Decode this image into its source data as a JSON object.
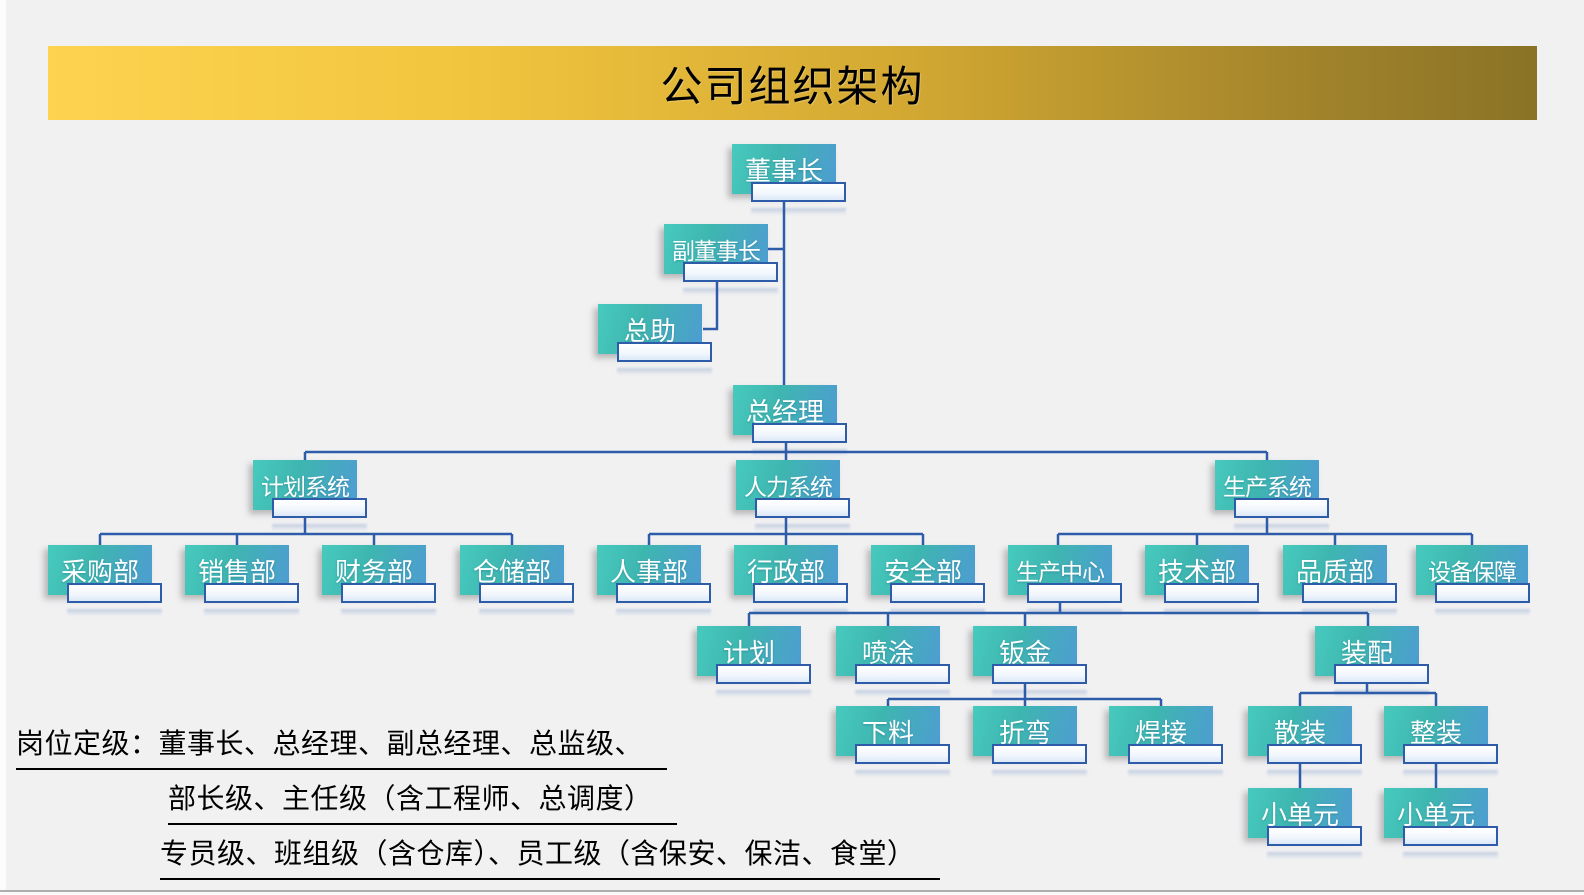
{
  "banner": {
    "title": "公司组织架构"
  },
  "colors": {
    "banner_gradient_left": "#FDD34F",
    "banner_gradient_right": "#8A7226",
    "node_teal_left": "#47CABE",
    "node_teal_right": "#4E9CD2",
    "connector_blue": "#2E5CA8",
    "background": "#F1F1F2"
  },
  "org": {
    "nodes": [
      {
        "id": "chairman",
        "label": "董事长"
      },
      {
        "id": "vice-chairman",
        "label": "副董事长"
      },
      {
        "id": "general-assistant",
        "label": "总助"
      },
      {
        "id": "general-manager",
        "label": "总经理"
      },
      {
        "id": "planning-system",
        "label": "计划系统"
      },
      {
        "id": "hr-system",
        "label": "人力系统"
      },
      {
        "id": "production-system",
        "label": "生产系统"
      },
      {
        "id": "purchasing-dept",
        "label": "采购部"
      },
      {
        "id": "sales-dept",
        "label": "销售部"
      },
      {
        "id": "finance-dept",
        "label": "财务部"
      },
      {
        "id": "warehouse-dept",
        "label": "仓储部"
      },
      {
        "id": "hr-dept",
        "label": "人事部"
      },
      {
        "id": "admin-dept",
        "label": "行政部"
      },
      {
        "id": "safety-dept",
        "label": "安全部"
      },
      {
        "id": "production-center",
        "label": "生产中心"
      },
      {
        "id": "tech-dept",
        "label": "技术部"
      },
      {
        "id": "quality-dept",
        "label": "品质部"
      },
      {
        "id": "equipment-support",
        "label": "设备保障"
      },
      {
        "id": "plan-unit",
        "label": "计划"
      },
      {
        "id": "spray-unit",
        "label": "喷涂"
      },
      {
        "id": "sheet-metal-unit",
        "label": "钣金"
      },
      {
        "id": "assembly-unit",
        "label": "装配"
      },
      {
        "id": "cutting-unit",
        "label": "下料"
      },
      {
        "id": "bending-unit",
        "label": "折弯"
      },
      {
        "id": "welding-unit",
        "label": "焊接"
      },
      {
        "id": "bulk-assembly",
        "label": "散装"
      },
      {
        "id": "full-assembly",
        "label": "整装"
      },
      {
        "id": "small-unit-1",
        "label": "小单元"
      },
      {
        "id": "small-unit-2",
        "label": "小单元"
      }
    ]
  },
  "footer": {
    "line1": "岗位定级：董事长、总经理、副总经理、总监级、",
    "line2": "部长级、主任级（含工程师、总调度）",
    "line3": "专员级、班组级（含仓库）、员工级（含保安、保洁、食堂）"
  }
}
